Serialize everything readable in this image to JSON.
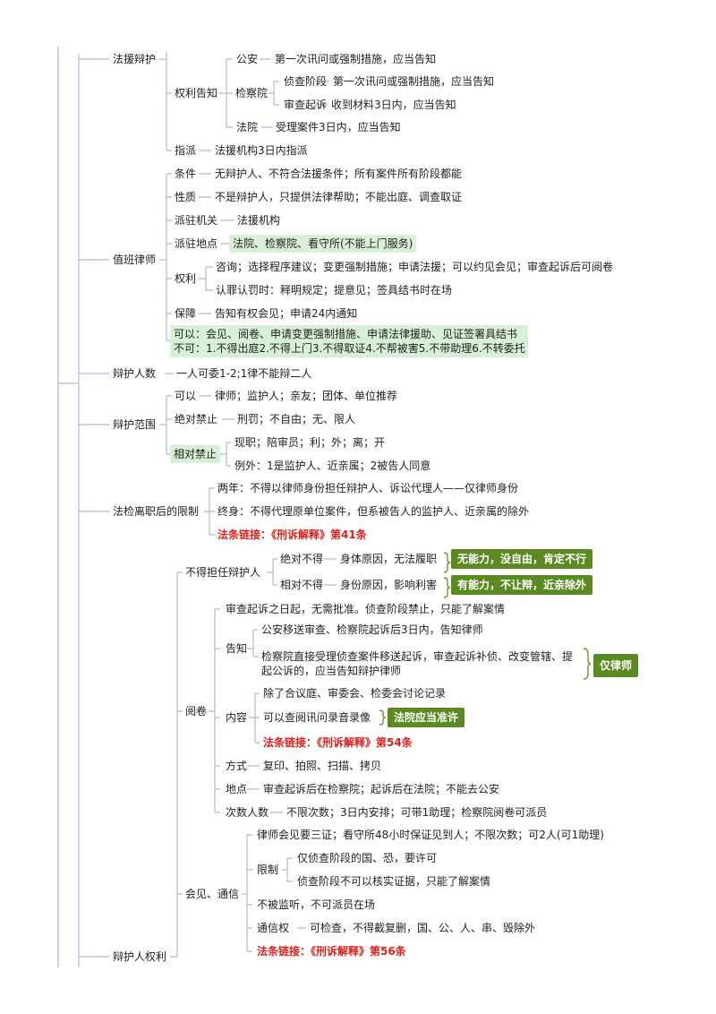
{
  "tree": {
    "n1": "法援辩护",
    "n1_a": "权利告知",
    "n1_a1": "公安",
    "n1_a1t": "第一次讯问或强制措施，应当告知",
    "n1_a2": "检察院",
    "n1_a2_1": "侦查阶段",
    "n1_a2_1t": "第一次讯问或强制措施，应当告知",
    "n1_a2_2": "审查起诉",
    "n1_a2_2t": "收到材料3日内，应当告知",
    "n1_a3": "法院",
    "n1_a3t": "受理案件3日内，应当告知",
    "n1_b": "指派",
    "n1_bt": "法援机构3日内指派",
    "n2": "值班律师",
    "n2_1": "条件",
    "n2_1t": "无辩护人、不符合法援条件；所有案件所有阶段都能",
    "n2_2": "性质",
    "n2_2t": "不是辩护人，只提供法律帮助；不能出庭、调查取证",
    "n2_3": "派驻机关",
    "n2_3t": "法援机构",
    "n2_4": "派驻地点",
    "n2_4t": "法院、检察院、看守所(不能上门服务)",
    "n2_5": "权利",
    "n2_5a": "咨询；选择程序建议；变更强制措施；申请法援；可以约见会见；审查起诉后可阅卷",
    "n2_5b": "认罪认罚时：释明规定；提意见；签具结书时在场",
    "n2_6": "保障",
    "n2_6t": "告知有权会见；申请24内通知",
    "n2_7a": "可以：会见、阅卷、申请变更强制措施、申请法律援助、见证签署具结书",
    "n2_7b": "不可：1.不得出庭2.不得上门3.不得取证4.不帮被害5.不带助理6.不转委托",
    "n3": "辩护人数",
    "n3t": "一人可委1-2;1律不能辩二人",
    "n4": "辩护范围",
    "n4_1": "可以",
    "n4_1t": "律师；监护人；亲友；团体、单位推荐",
    "n4_2": "绝对禁止",
    "n4_2t": "刑罚；不自由；无、限人",
    "n4_3": "相对禁止",
    "n4_3a": "现职；陪审员；利；外；离；开",
    "n4_3b": "例外：1是监护人、近亲属；2被告人同意",
    "n5": "法检离职后的限制",
    "n5_1": "两年：不得以律师身份担任辩护人、诉讼代理人——仅律师身份",
    "n5_2": "终身：不得代理原单位案件，但系被告人的监护人、近亲属的除外",
    "n5_3": "法条链接：《刑诉解释》第41条",
    "n6": "辩护人权利",
    "n6_1": "不得担任辩护人",
    "n6_1a": "绝对不得",
    "n6_1at": "身体原因，无法履职",
    "n6_1a_tag": "无能力，没自由，肯定不行",
    "n6_1b": "相对不得",
    "n6_1bt": "身份原因，影响利害",
    "n6_1b_tag": "有能力，不让辩，近亲除外",
    "n6_2": "阅卷",
    "n6_2a": "审查起诉之日起，无需批准。侦查阶段禁止，只能了解案情",
    "n6_2b": "告知",
    "n6_2b1": "公安移送审查、检察院起诉后3日内，告知律师",
    "n6_2b2a": "检察院直接受理侦查案件移送起诉，审查起诉补侦、改变管辖、提",
    "n6_2b2b": "起公诉的，应当告知辩护律师",
    "n6_2b_tag": "仅律师",
    "n6_2c": "内容",
    "n6_2c1": "除了合议庭、审委会、检委会讨论记录",
    "n6_2c2": "可以查阅讯问录音录像",
    "n6_2c2_tag": "法院应当准许",
    "n6_2c3": "法条链接：《刑诉解释》第54条",
    "n6_2d": "方式",
    "n6_2dt": "复印、拍照、扫描、拷贝",
    "n6_2e": "地点",
    "n6_2et": "审查起诉后在检察院；起诉后在法院；不能去公安",
    "n6_2f": "次数人数",
    "n6_2ft": "不限次数；3日内安排；可带1助理；检察院阅卷可派员",
    "n6_3": "会见、通信",
    "n6_3a": "律师会见要三证；看守所48小时保证见到人；不限次数；可2人(可1助理)",
    "n6_3b": "限制",
    "n6_3b1": "仅侦查阶段的国、恐，要许可",
    "n6_3b2": "侦查阶段不可以核实证据，只能了解案情",
    "n6_3c": "不被监听，不可派员在场",
    "n6_3d": "通信权",
    "n6_3dt": "可检查，不得截复删，国、公、人、串、毁除外",
    "n6_3e": "法条链接：《刑诉解释》第56条"
  },
  "colors": {
    "line": "#b8b3d8",
    "law_red": "#e0201b",
    "tag_green": "#5c8a22",
    "hl_green": "#d8efd8"
  }
}
